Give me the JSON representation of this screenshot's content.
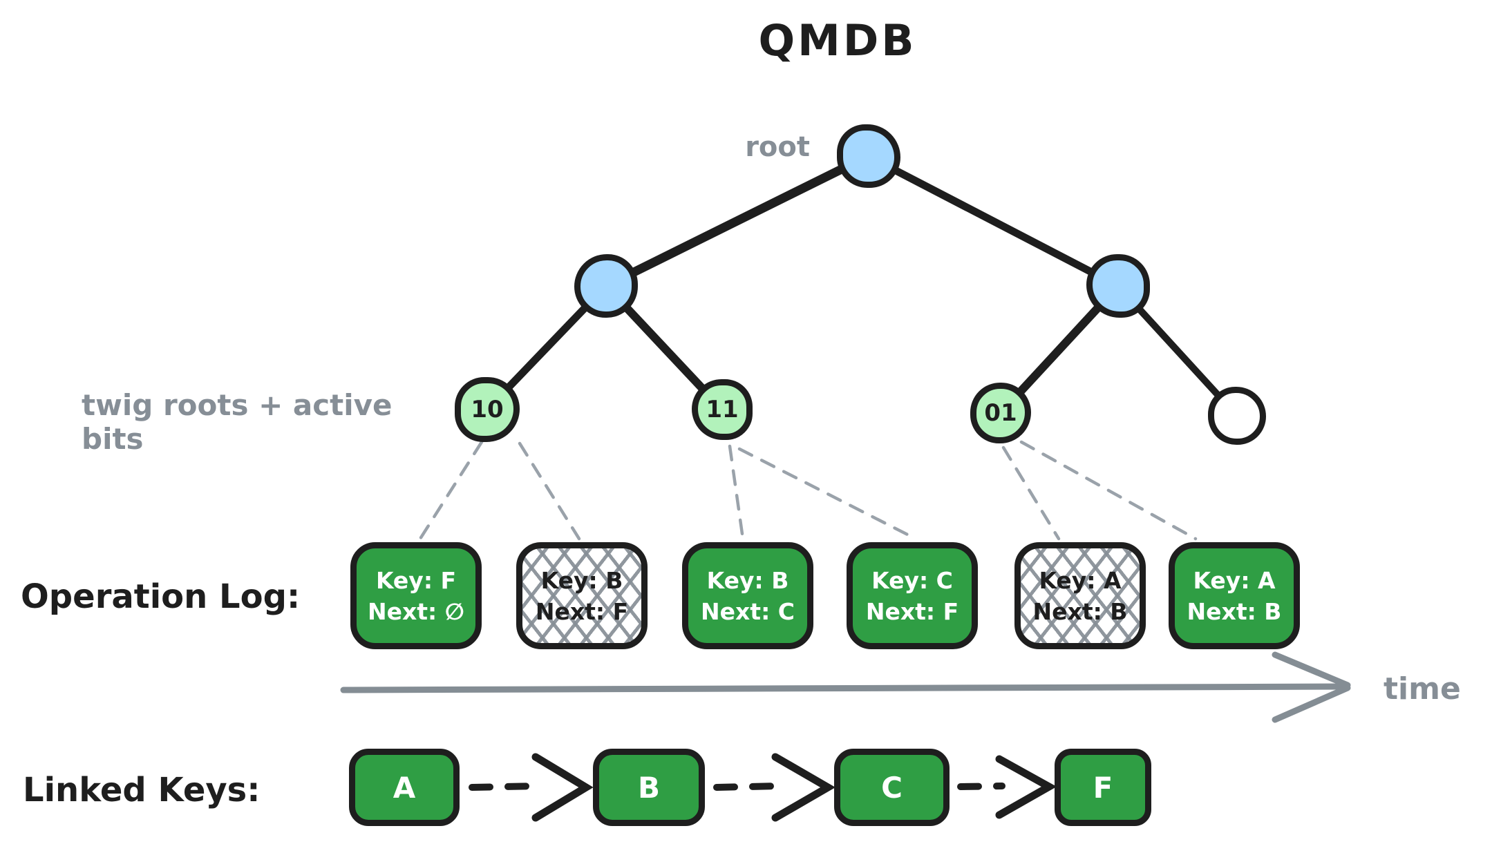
{
  "title": "QMDB",
  "colors": {
    "node_blue": "#a5d8ff",
    "node_green_light": "#b2f2bb",
    "box_green": "#2f9e44",
    "ink_black": "#1e1e1e",
    "label_gray": "#868e96"
  },
  "tree": {
    "root_label": "root",
    "twig_label": "twig roots + active bits",
    "twig_labels": [
      "10",
      "11",
      "01"
    ]
  },
  "operation_log": {
    "label": "Operation Log:",
    "entries": [
      {
        "key": "Key: F",
        "next": "Next: ∅",
        "stale": false
      },
      {
        "key": "Key: B",
        "next": "Next: F",
        "stale": true
      },
      {
        "key": "Key: B",
        "next": "Next: C",
        "stale": false
      },
      {
        "key": "Key: C",
        "next": "Next: F",
        "stale": false
      },
      {
        "key": "Key: A",
        "next": "Next: B",
        "stale": true
      },
      {
        "key": "Key: A",
        "next": "Next: B",
        "stale": false
      }
    ]
  },
  "time_label": "time",
  "linked_keys": {
    "label": "Linked Keys:",
    "keys": [
      "A",
      "B",
      "C",
      "F"
    ]
  }
}
